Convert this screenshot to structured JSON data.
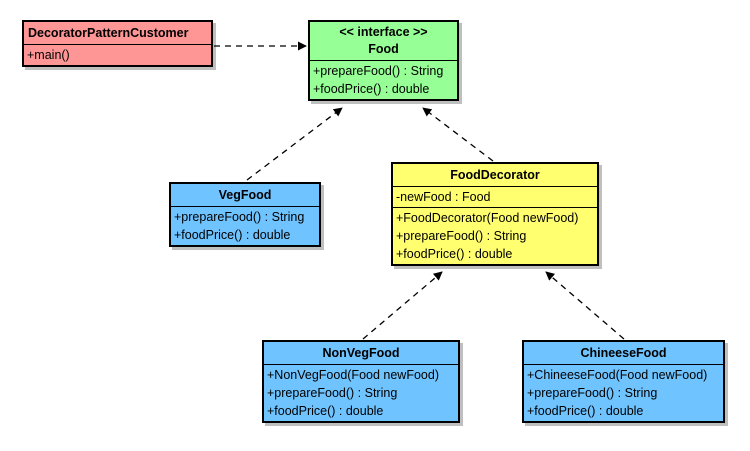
{
  "colors": {
    "customer": "#ff9696",
    "interface": "#96ff96",
    "concrete": "#6fc3ff",
    "decorator": "#ffff70",
    "line": "#000000"
  },
  "classes": {
    "customer": {
      "name": "DecoratorPatternCustomer",
      "methods": [
        "+main()"
      ]
    },
    "food": {
      "stereotype": "<< interface >>",
      "name": "Food",
      "methods": [
        "+prepareFood() : String",
        "+foodPrice() : double"
      ]
    },
    "vegfood": {
      "name": "VegFood",
      "methods": [
        "+prepareFood() : String",
        "+foodPrice() : double"
      ]
    },
    "decorator": {
      "name": "FoodDecorator",
      "attributes": [
        "-newFood : Food"
      ],
      "methods": [
        "+FoodDecorator(Food newFood)",
        "+prepareFood() : String",
        "+foodPrice() : double"
      ]
    },
    "nonveg": {
      "name": "NonVegFood",
      "methods": [
        "+NonVegFood(Food newFood)",
        "+prepareFood() : String",
        "+foodPrice() : double"
      ]
    },
    "chinese": {
      "name": "ChineeseFood",
      "methods": [
        "+ChineeseFood(Food newFood)",
        "+prepareFood() : String",
        "+foodPrice() : double"
      ]
    }
  }
}
